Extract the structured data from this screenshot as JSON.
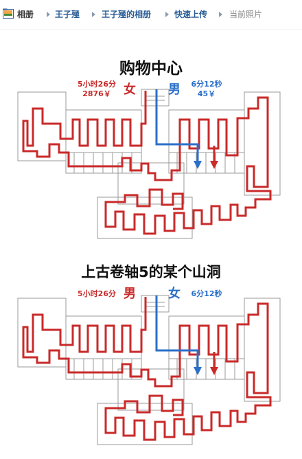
{
  "breadcrumb": {
    "root": "相册",
    "items": [
      "王子殛",
      "王子殛的相册",
      "快速上传"
    ],
    "current": "当前照片"
  },
  "photo": {
    "top": {
      "title": "购物中心",
      "female": {
        "symbol": "女",
        "time": "5小时26分",
        "cost": "2876￥"
      },
      "male": {
        "symbol": "男",
        "time": "6分12秒",
        "cost": "45￥"
      }
    },
    "bottom": {
      "title": "上古卷轴5的某个山洞",
      "male": {
        "symbol": "男",
        "time": "5小时26分"
      },
      "female": {
        "symbol": "女",
        "time": "6分12秒"
      }
    },
    "colors": {
      "red": "#c92a2a",
      "blue": "#2a6fc9",
      "wall": "#9a9a9a"
    }
  }
}
